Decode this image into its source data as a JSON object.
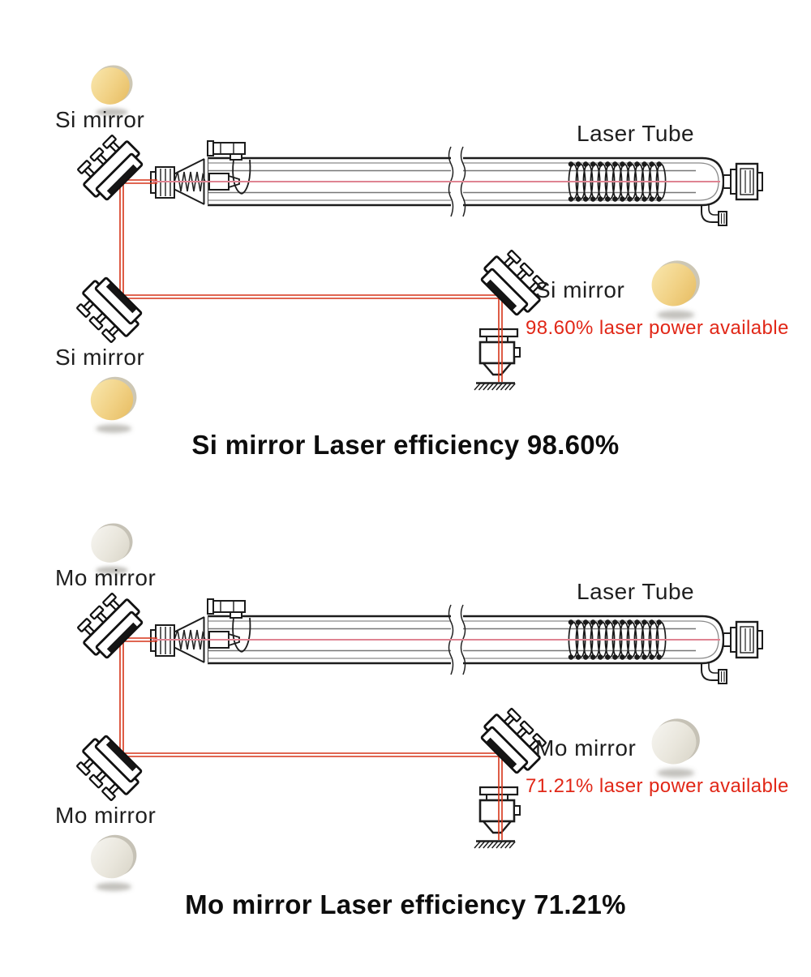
{
  "colors": {
    "background": "#ffffff",
    "beam_red": "#d63418",
    "beam_inner_pink": "#df8492",
    "power_text_red": "#e12717",
    "label_text": "#1f1f1f",
    "caption_text": "#0d0d0d",
    "gold_mirror_face": "#eecb76",
    "silver_mirror_face": "#e7e4da",
    "linework": "#1c1c1c"
  },
  "sections": [
    {
      "material": "Si",
      "disc_style": "gold",
      "efficiency_value": 98.6,
      "labels": {
        "mirror_top_left": "Si mirror",
        "laser_tube": "Laser Tube",
        "mirror_right": "Si mirror",
        "power_available": "98.60% laser power available",
        "mirror_bottom_left": "Si mirror",
        "caption": "Si mirror Laser efficiency 98.60%"
      }
    },
    {
      "material": "Mo",
      "disc_style": "silver",
      "efficiency_value": 71.21,
      "labels": {
        "mirror_top_left": "Mo mirror",
        "laser_tube": "Laser Tube",
        "mirror_right": "Mo mirror",
        "power_available": "71.21% laser power available",
        "mirror_bottom_left": "Mo mirror",
        "caption": "Mo mirror Laser efficiency 71.21%"
      }
    }
  ]
}
